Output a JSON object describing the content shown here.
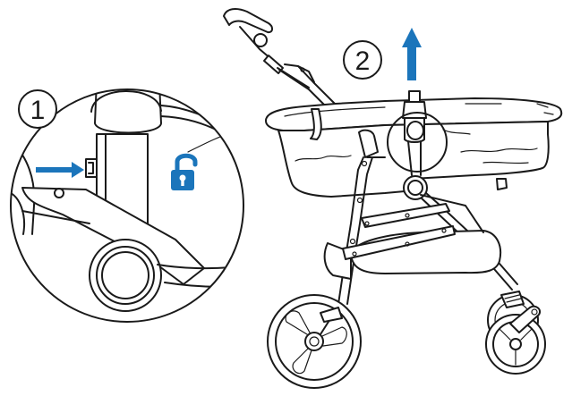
{
  "steps": [
    {
      "number": "1",
      "icon": "unlock-icon",
      "arrow": "push-arrow-right"
    },
    {
      "number": "2",
      "arrow": "lift-arrow-up"
    }
  ],
  "colors": {
    "accent": "#1b75bb",
    "line": "#1a1a1a",
    "background": "#ffffff"
  }
}
